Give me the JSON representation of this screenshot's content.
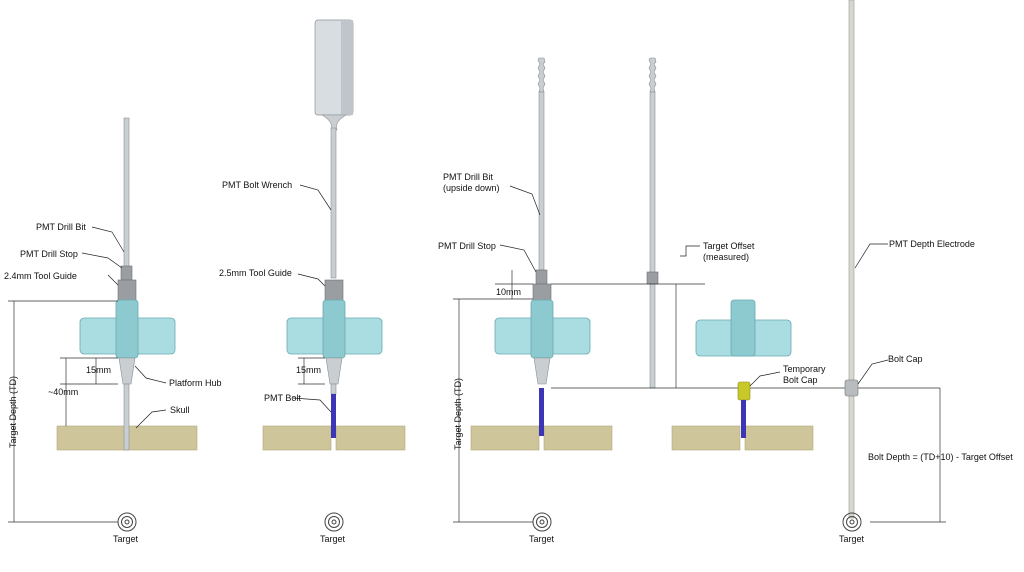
{
  "panel1": {
    "drill_bit": "PMT Drill Bit",
    "drill_stop": "PMT Drill Stop",
    "tool_guide": "2.4mm Tool Guide",
    "target_depth": "Target Depth (TD)",
    "dim_15": "15mm",
    "dim_40": "~40mm",
    "platform_hub": "Platform Hub",
    "skull": "Skull",
    "target": "Target"
  },
  "panel2": {
    "bolt_wrench": "PMT Bolt Wrench",
    "tool_guide": "2.5mm Tool Guide",
    "dim_15": "15mm",
    "bolt": "PMT Bolt",
    "target": "Target"
  },
  "panel3": {
    "drill_bit_line1": "PMT Drill Bit",
    "drill_bit_line2": "(upside down)",
    "drill_stop": "PMT Drill Stop",
    "dim_10": "10mm",
    "target_depth": "Target Depth (TD)",
    "target_offset_line1": "Target Offset",
    "target_offset_line2": "(measured)",
    "target": "Target"
  },
  "panel4": {
    "temp_cap_line1": "Temporary",
    "temp_cap_line2": "Bolt Cap"
  },
  "panel5": {
    "depth_electrode": "PMT Depth Electrode",
    "bolt_cap": "Bolt Cap",
    "bolt_depth": "Bolt Depth = (TD+10) - Target Offset",
    "target": "Target"
  },
  "colors": {
    "hub": "#a9dde2",
    "skull": "#cfc59a",
    "bolt": "#3c35b5",
    "cap": "#c8c82a"
  }
}
